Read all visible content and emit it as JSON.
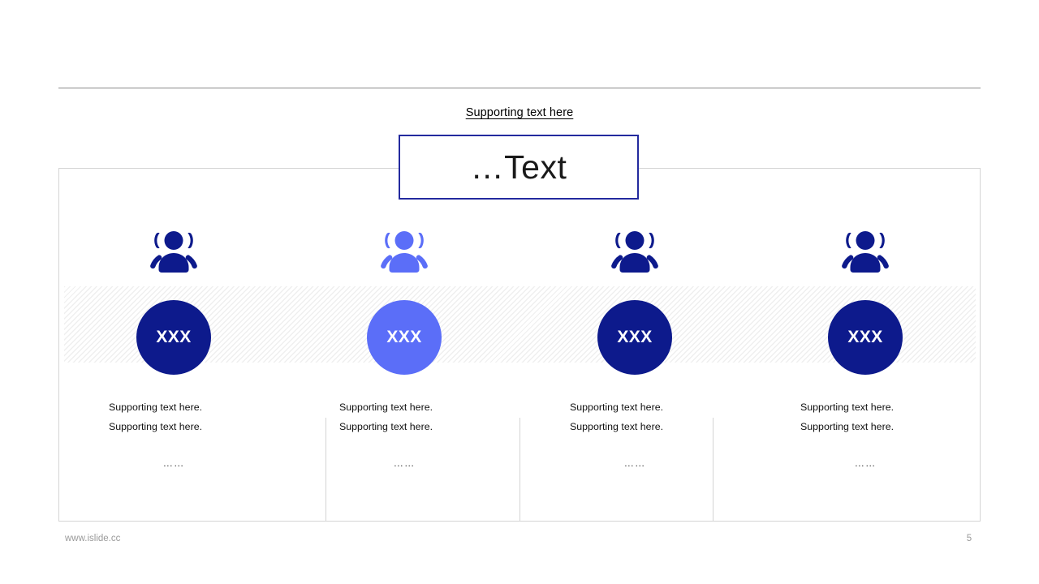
{
  "slide": {
    "headline_link": "Supporting text here",
    "title": "…Text",
    "accent_navy": "#0d1a8c",
    "accent_periwinkle": "#5b6ef8",
    "title_border_color": "#232a9e",
    "frame_border_color": "#d4d4d4"
  },
  "columns": [
    {
      "icon": "group-people-icon",
      "icon_color": "#0d1a8c",
      "badge_label": "XXX",
      "badge_color": "#0d1a8c",
      "line1": "Supporting text here.",
      "line2": "Supporting text here.",
      "ellipsis": "……"
    },
    {
      "icon": "group-people-icon",
      "icon_color": "#5b6ef8",
      "badge_label": "XXX",
      "badge_color": "#5b6ef8",
      "line1": "Supporting text here.",
      "line2": "Supporting text here.",
      "ellipsis": "……"
    },
    {
      "icon": "group-people-icon",
      "icon_color": "#0d1a8c",
      "badge_label": "XXX",
      "badge_color": "#0d1a8c",
      "line1": "Supporting text here.",
      "line2": "Supporting text here.",
      "ellipsis": "……"
    },
    {
      "icon": "group-people-icon",
      "icon_color": "#0d1a8c",
      "badge_label": "XXX",
      "badge_color": "#0d1a8c",
      "line1": "Supporting text here.",
      "line2": "Supporting text here.",
      "ellipsis": "……"
    }
  ],
  "footer": {
    "site": "www.islide.cc",
    "page_number": "5"
  }
}
